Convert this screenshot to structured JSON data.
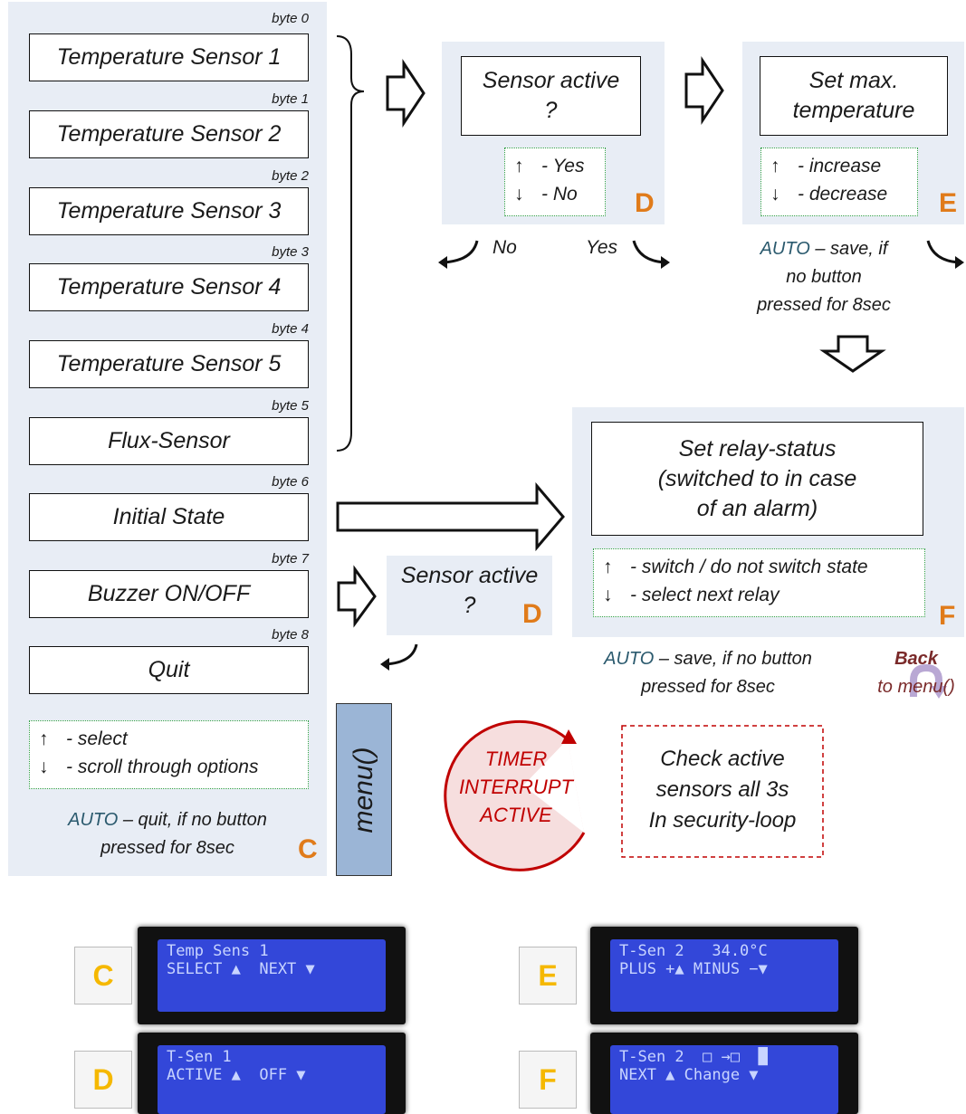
{
  "menu_items": [
    {
      "byte": "byte 0",
      "label": "Temperature Sensor 1"
    },
    {
      "byte": "byte 1",
      "label": "Temperature Sensor 2"
    },
    {
      "byte": "byte 2",
      "label": "Temperature Sensor 3"
    },
    {
      "byte": "byte 3",
      "label": "Temperature Sensor 4"
    },
    {
      "byte": "byte 4",
      "label": "Temperature Sensor 5"
    },
    {
      "byte": "byte 5",
      "label": "Flux-Sensor"
    },
    {
      "byte": "byte 6",
      "label": "Initial State"
    },
    {
      "byte": "byte 7",
      "label": "Buzzer ON/OFF"
    },
    {
      "byte": "byte 8",
      "label": "Quit"
    }
  ],
  "arrow_up": "↑",
  "arrow_down": "↓",
  "panel_c": {
    "hint_up": "- select",
    "hint_down": "- scroll through options",
    "auto": "AUTO",
    "auto_rest_1": " – quit, if no button",
    "auto_line2": "pressed for 8sec",
    "letter": "C"
  },
  "menu_label": "menu()",
  "panel_d1": {
    "line1": "Sensor active",
    "line2": "?",
    "hint_up": "- Yes",
    "hint_down": "- No",
    "letter": "D",
    "no": "No",
    "yes": "Yes"
  },
  "panel_e": {
    "line1": "Set max.",
    "line2": "temperature",
    "hint_up": "- increase",
    "hint_down": "- decrease",
    "letter": "E",
    "auto": "AUTO",
    "auto_rest_1": " – save, if",
    "auto_line2": "no button",
    "auto_line3": "pressed for 8sec"
  },
  "panel_f": {
    "line1": "Set relay-status",
    "line2": "(switched to in case",
    "line3": "of an alarm)",
    "hint_up": "- switch / do not switch state",
    "hint_down": "- select next relay",
    "letter": "F",
    "auto": "AUTO",
    "auto_rest_1": " – save, if no button",
    "auto_line2": "pressed for 8sec",
    "back": "Back",
    "to_menu": "to menu()"
  },
  "panel_d2": {
    "line1": "Sensor active",
    "line2": "?",
    "letter": "D"
  },
  "timer": {
    "line1": "TIMER",
    "line2": "INTERRUPT",
    "line3": "ACTIVE"
  },
  "check": {
    "line1": "Check active",
    "line2": "sensors all 3s",
    "line3": "In security-loop"
  },
  "lcds": [
    {
      "label": "C",
      "row1": "Temp Sens 1",
      "row2": "SELECT ▲  NEXT ▼"
    },
    {
      "label": "E",
      "row1": "T-Sen 2   34.0°C",
      "row2": "PLUS +▲ MINUS −▼"
    },
    {
      "label": "D",
      "row1": "T-Sen 1",
      "row2": "ACTIVE ▲  OFF ▼"
    },
    {
      "label": "F",
      "row1": "T-Sen 2  □ →□  █",
      "row2": "NEXT ▲ Change ▼"
    }
  ],
  "colors": {
    "panel": "#e8edf5",
    "accent_letter": "#e07b1a",
    "timer_red": "#c00000",
    "lcd_blue": "#3347d9",
    "menu_box": "#9bb5d6"
  }
}
